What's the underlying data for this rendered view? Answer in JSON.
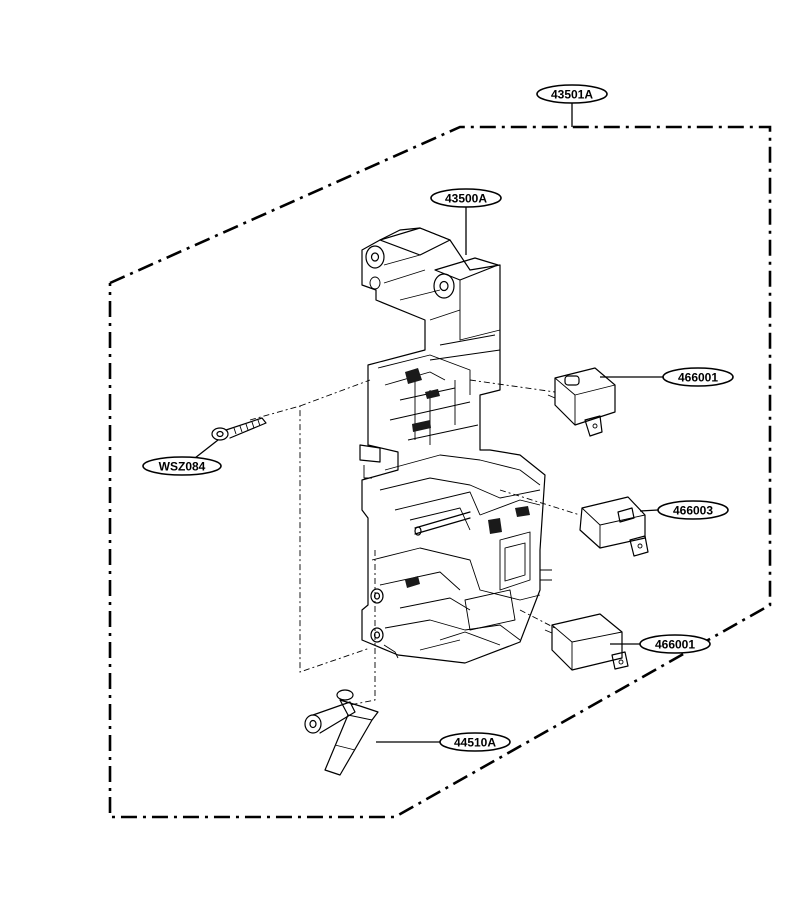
{
  "diagram": {
    "callouts": [
      {
        "id": "assembly",
        "text": "43501A"
      },
      {
        "id": "bracket",
        "text": "43500A"
      },
      {
        "id": "switch_upper",
        "text": "466001"
      },
      {
        "id": "screw",
        "text": "WSZ084"
      },
      {
        "id": "switch_middle",
        "text": "466003"
      },
      {
        "id": "switch_lower",
        "text": "466001"
      },
      {
        "id": "lever",
        "text": "44510A"
      }
    ],
    "colors": {
      "line": "#000000",
      "background": "#ffffff"
    }
  }
}
